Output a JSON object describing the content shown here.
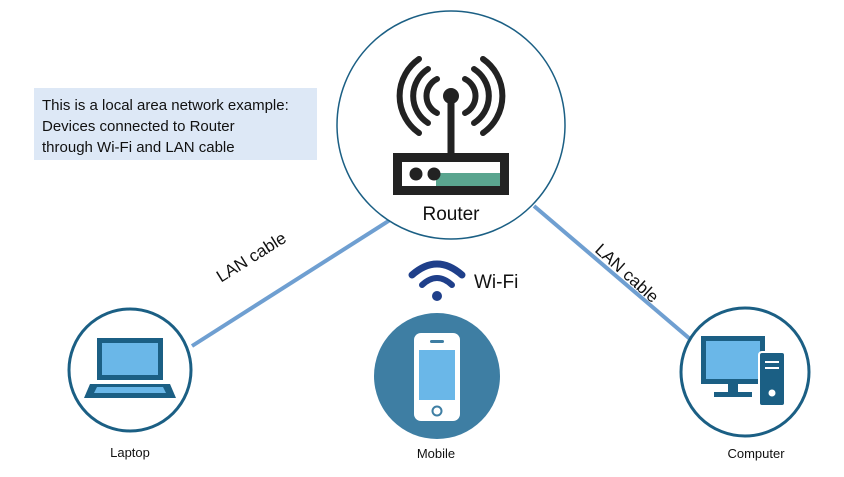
{
  "note": {
    "lines": [
      "This is a local area network example:",
      "Devices connected to Router",
      "through Wi-Fi and LAN cable"
    ]
  },
  "nodes": {
    "router": "Router",
    "laptop": "Laptop",
    "mobile": "Mobile",
    "computer": "Computer"
  },
  "links": {
    "left": "LAN cable",
    "right": "LAN cable",
    "wireless": "Wi-Fi"
  },
  "colors": {
    "circle_border": "#1b5f84",
    "device_blue": "#1b5f84",
    "screen_fill": "#6ab7e8",
    "cable_line": "#6f9fd1",
    "mobile_bg": "#3e7ea3",
    "router_led": "#5aa58f",
    "icon_dark": "#222222",
    "note_bg": "#dde8f6"
  }
}
